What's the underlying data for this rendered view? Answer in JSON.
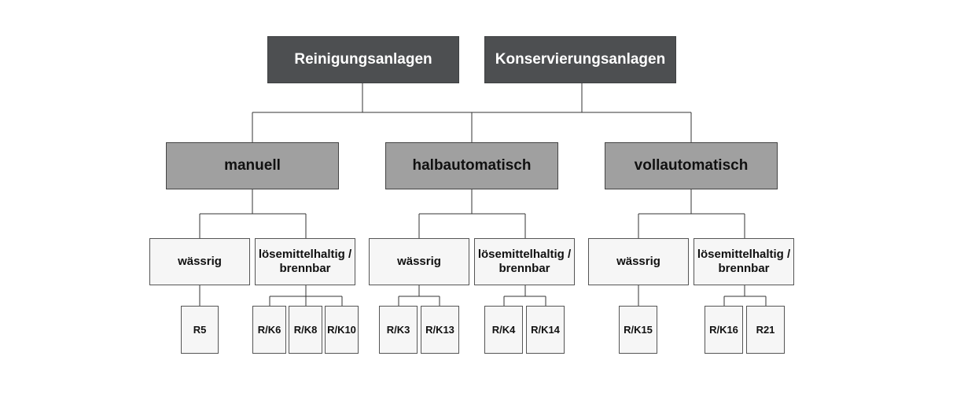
{
  "top_nodes": [
    "Reinigungsanlagen",
    "Konservierungsanlagen"
  ],
  "categories": [
    {
      "label": "manuell",
      "groups": [
        {
          "label": "wässrig",
          "leaves": [
            "R5"
          ]
        },
        {
          "label": "lösemittelhaltig / brennbar",
          "leaves": [
            "R/K6",
            "R/K8",
            "R/K10"
          ]
        }
      ]
    },
    {
      "label": "halbautomatisch",
      "groups": [
        {
          "label": "wässrig",
          "leaves": [
            "R/K3",
            "R/K13"
          ]
        },
        {
          "label": "lösemittelhaltig / brennbar",
          "leaves": [
            "R/K4",
            "R/K14"
          ]
        }
      ]
    },
    {
      "label": "vollautomatisch",
      "groups": [
        {
          "label": "wässrig",
          "leaves": [
            "R/K15"
          ]
        },
        {
          "label": "lösemittelhaltig / brennbar",
          "leaves": [
            "R/K16",
            "R21"
          ]
        }
      ]
    }
  ],
  "colors": {
    "top_fill": "#4d4f51",
    "category_fill": "#a0a0a0",
    "box_fill": "#f6f6f6",
    "line": "#333333"
  }
}
